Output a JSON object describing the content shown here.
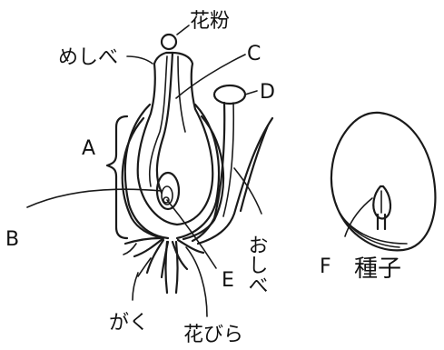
{
  "labels": {
    "pollen": "花粉",
    "pistil": "めしべ",
    "c": "C",
    "d": "D",
    "a": "A",
    "b": "B",
    "e": "E",
    "stamen": "おしべ",
    "sepal": "がく",
    "petal": "花びら",
    "f": "F",
    "seed": "種子"
  }
}
